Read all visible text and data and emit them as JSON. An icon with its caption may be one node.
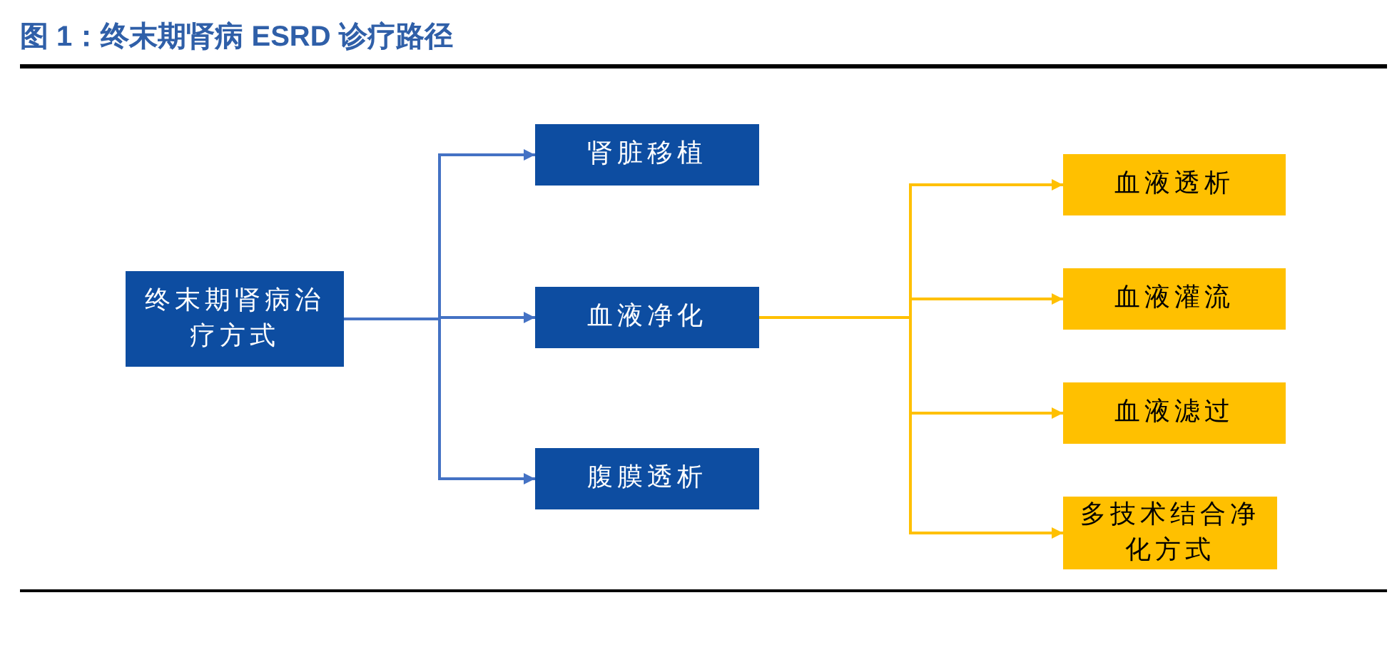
{
  "diagram": {
    "title": "图 1：终末期肾病 ESRD 诊疗路径",
    "nodes": [
      {
        "text": [
          "终末期肾病治疗方式"
        ]
      },
      {
        "text": [
          "肾脏移植"
        ]
      },
      {
        "text": [
          "血液净化"
        ]
      },
      {
        "text": [
          "腹膜透析"
        ]
      },
      {
        "text": [
          "血液透析"
        ]
      },
      {
        "text": [
          "血液灌流"
        ]
      },
      {
        "text": [
          "血液滤过"
        ]
      },
      {
        "text": [
          "多技术结合净化方式"
        ]
      }
    ],
    "edges": [
      {
        "from": 0,
        "to": 1,
        "arrow": "to",
        "color": "#4472c4"
      },
      {
        "from": 0,
        "to": 2,
        "arrow": "to",
        "color": "#4472c4"
      },
      {
        "from": 0,
        "to": 3,
        "arrow": "to",
        "color": "#4472c4"
      },
      {
        "from": 2,
        "to": 4,
        "arrow": "to"
      },
      {
        "from": 2,
        "to": 5,
        "arrow": "to"
      },
      {
        "from": 2,
        "to": 6,
        "arrow": "to"
      },
      {
        "from": 2,
        "to": 7,
        "arrow": "to"
      }
    ]
  }
}
